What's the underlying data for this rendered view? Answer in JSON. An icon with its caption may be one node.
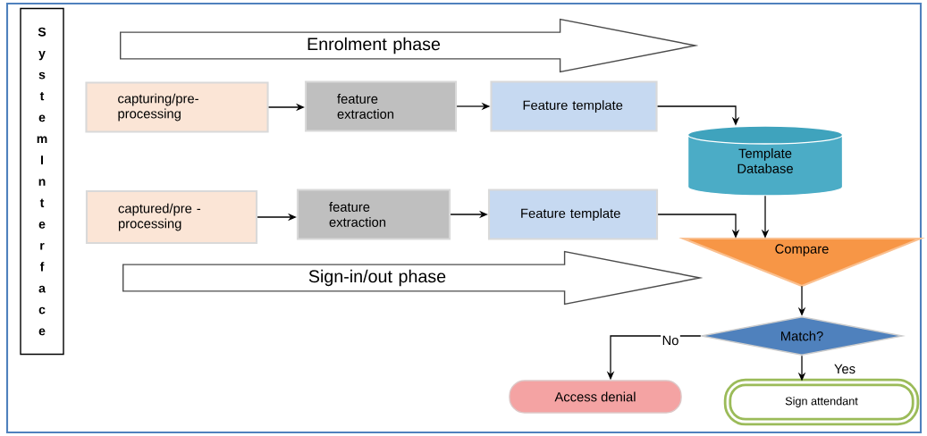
{
  "diagram": {
    "nodes": [
      {
        "text": [
          "System Interface"
        ]
      },
      {
        "text": [
          "Enrolment phase"
        ]
      },
      {
        "text": [
          "capturing/pre- processing"
        ]
      },
      {
        "text": [
          "feature extraction"
        ]
      },
      {
        "text": [
          "Feature template"
        ]
      },
      {
        "text": [
          "Template Database"
        ]
      },
      {
        "text": [
          "captured/pre -processing"
        ]
      },
      {
        "text": [
          "feature extraction"
        ]
      },
      {
        "text": [
          "Feature template"
        ]
      },
      {
        "text": [
          "Sign-in/out phase"
        ]
      },
      {
        "text": [
          "Compare"
        ]
      },
      {
        "text": [
          "Match?"
        ]
      },
      {
        "text": [
          "Access denial"
        ]
      },
      {
        "text": [
          "Sign attendant"
        ]
      }
    ],
    "edges": [
      {
        "from": 2,
        "to": 3,
        "arrow": "to"
      },
      {
        "from": 3,
        "to": 4,
        "arrow": "to"
      },
      {
        "from": 4,
        "to": 5,
        "arrow": "to"
      },
      {
        "from": 6,
        "to": 7,
        "arrow": "to"
      },
      {
        "from": 7,
        "to": 8,
        "arrow": "to"
      },
      {
        "from": 8,
        "to": 10,
        "arrow": "to"
      },
      {
        "from": 5,
        "to": 10,
        "arrow": "to"
      },
      {
        "from": 10,
        "to": 11,
        "arrow": "to"
      },
      {
        "from": 11,
        "to": 12,
        "arrow": "to",
        "label": "No"
      },
      {
        "from": 11,
        "to": 13,
        "arrow": "to",
        "label": "Yes"
      }
    ]
  }
}
